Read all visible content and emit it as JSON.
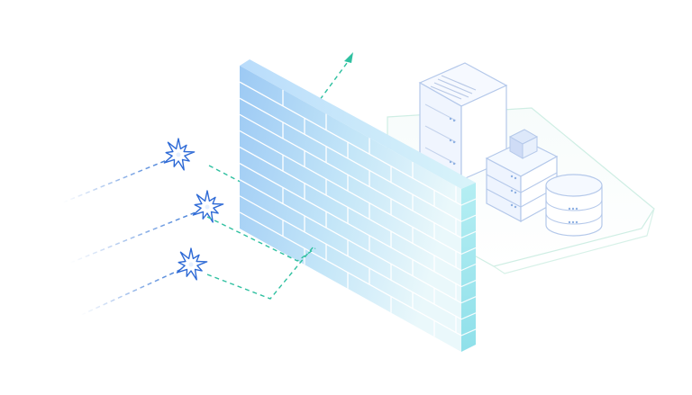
{
  "scene": {
    "title": "",
    "background": "#ffffff",
    "colors": {
      "wall_light": "#eaf8fb",
      "wall_dark": "#9cc9f4",
      "wall_side": "#9fe6ef",
      "mortar": "#ffffff",
      "threat_line": "#3a78d6",
      "passed_line": "#2fc0a0",
      "burst_stroke": "#2e6ad6",
      "server_stroke": "#a9bfe6",
      "platform_stroke": "#c8eee0"
    },
    "icons": {
      "threat_markers": [
        "burst-icon",
        "burst-icon",
        "burst-icon"
      ],
      "protected_assets": [
        "server-tower-icon",
        "server-stack-icon",
        "database-icon"
      ],
      "barrier": "firewall-icon",
      "arrow": "arrow-up-icon"
    },
    "threats": [
      {
        "name": "threat-1"
      },
      {
        "name": "threat-2"
      },
      {
        "name": "threat-3"
      }
    ]
  }
}
